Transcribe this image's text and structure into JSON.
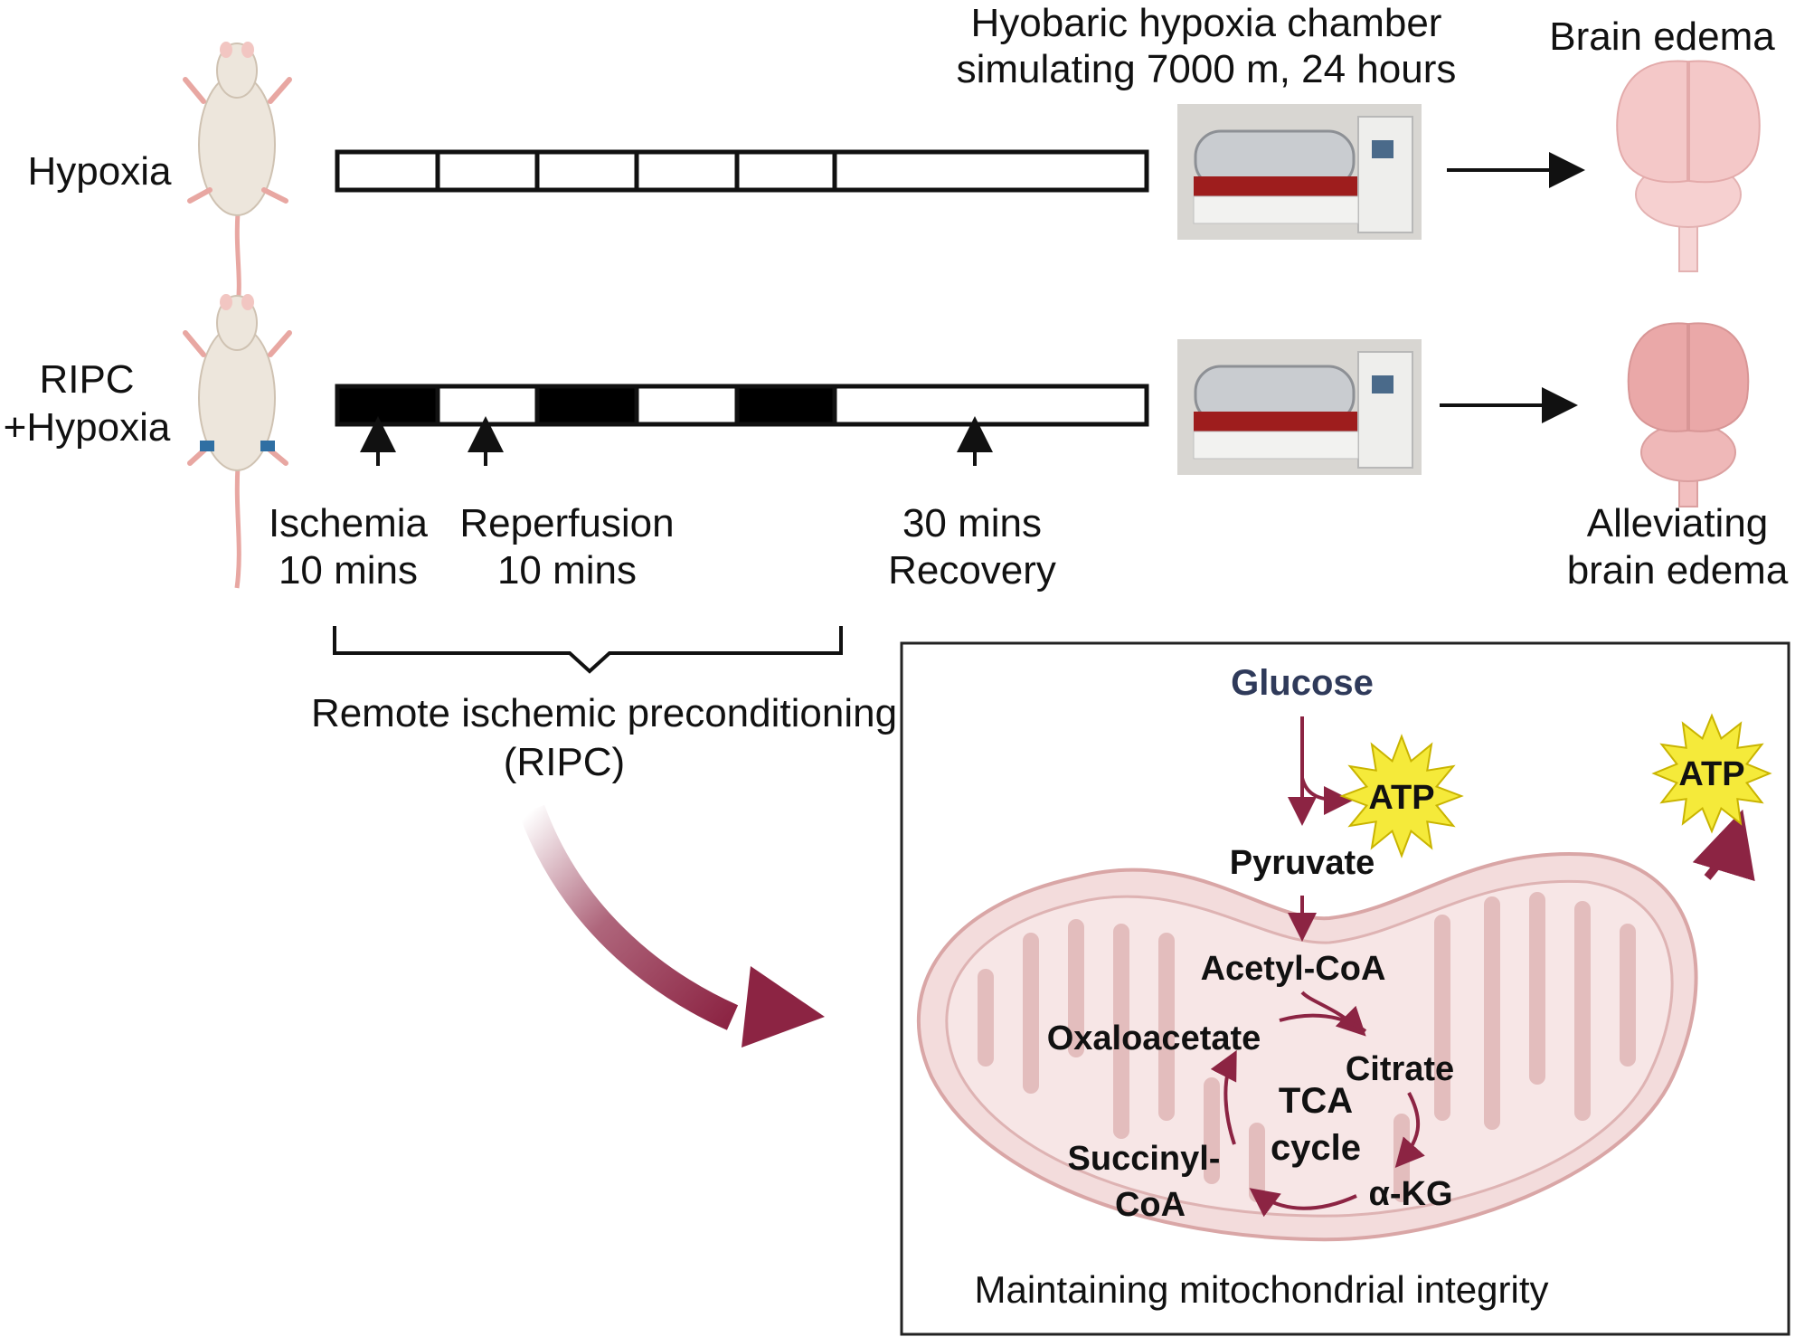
{
  "rows": {
    "hypoxia": {
      "label": "Hypoxia"
    },
    "ripc": {
      "label_line1": "RIPC",
      "label_line2": "+Hypoxia"
    }
  },
  "chamber": {
    "title_line1": "Hyobaric hypoxia chamber",
    "title_line2": "simulating 7000 m, 24 hours"
  },
  "outcomes": {
    "top": "Brain edema",
    "bottom_line1": "Alleviating",
    "bottom_line2": "brain edema"
  },
  "timeline": {
    "segments_ripc": [
      "ischemia",
      "reperfusion",
      "ischemia",
      "reperfusion",
      "ischemia",
      "recovery"
    ],
    "ischemia": {
      "line1": "Ischemia",
      "line2": "10 mins"
    },
    "reperfusion": {
      "line1": "Reperfusion",
      "line2": "10 mins"
    },
    "recovery": {
      "line1": "30 mins",
      "line2": "Recovery"
    }
  },
  "ripc_label": {
    "line1": "Remote ischemic preconditioning",
    "line2": "(RIPC)"
  },
  "metabolism": {
    "glucose": "Glucose",
    "atp": "ATP",
    "pyruvate": "Pyruvate",
    "acetyl_coa": "Acetyl-CoA",
    "oxaloacetate": "Oxaloacetate",
    "citrate": "Citrate",
    "tca_line1": "TCA",
    "tca_line2": "cycle",
    "succinyl_line1": "Succinyl-",
    "succinyl_line2": "CoA",
    "akg": "α-KG",
    "caption": "Maintaining mitochondrial integrity"
  },
  "colors": {
    "arrow": "#8c2443",
    "glucose_text": "#2f3a5a",
    "atp_burst": "#f5ea3a",
    "mito_fill": "#f3dcdc",
    "mito_stroke": "#d9a6a6",
    "brain": "#f2c4c4",
    "brain_alleviated": "#e9a9a9",
    "ischemia_block": "#000000"
  }
}
